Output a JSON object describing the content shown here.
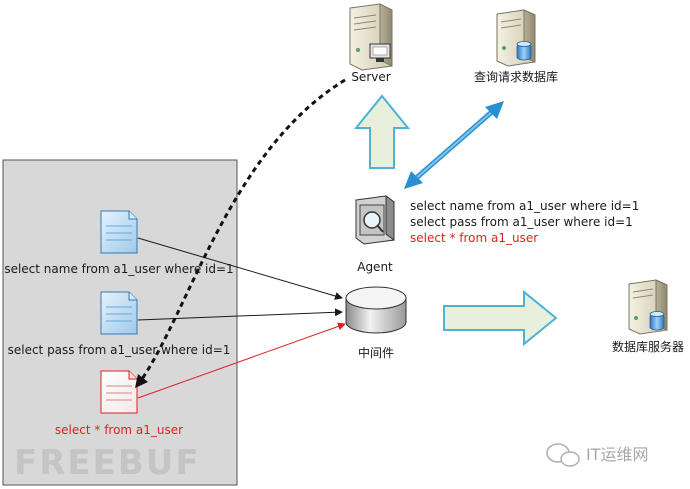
{
  "nodes": {
    "server": {
      "label": "Server"
    },
    "query_db": {
      "label": "查询请求数据库"
    },
    "agent": {
      "label": "Agent"
    },
    "middleware": {
      "label": "中间件"
    },
    "db_server": {
      "label": "数据库服务器"
    }
  },
  "agent_queries": [
    {
      "text": "select name from a1_user where id=1",
      "color": "#1a1a1a"
    },
    {
      "text": "select pass from a1_user where id=1",
      "color": "#1a1a1a"
    },
    {
      "text": "select * from a1_user",
      "color": "#e02020"
    }
  ],
  "clients": [
    {
      "label": "select name from a1_user where id=1",
      "color": "#1a1a1a"
    },
    {
      "label": "select pass from a1_user where id=1",
      "color": "#1a1a1a"
    },
    {
      "label": "select * from a1_user",
      "color": "#e02020"
    }
  ],
  "watermarks": {
    "left": "FREEBUF",
    "right": "IT运维网"
  },
  "colors": {
    "panel_bg": "#d8d8d8",
    "arrow_fill": "#e8efdc",
    "arrow_stroke": "#4bb3d6",
    "diag_arrow": "#2a8fd0",
    "red": "#e02020"
  }
}
